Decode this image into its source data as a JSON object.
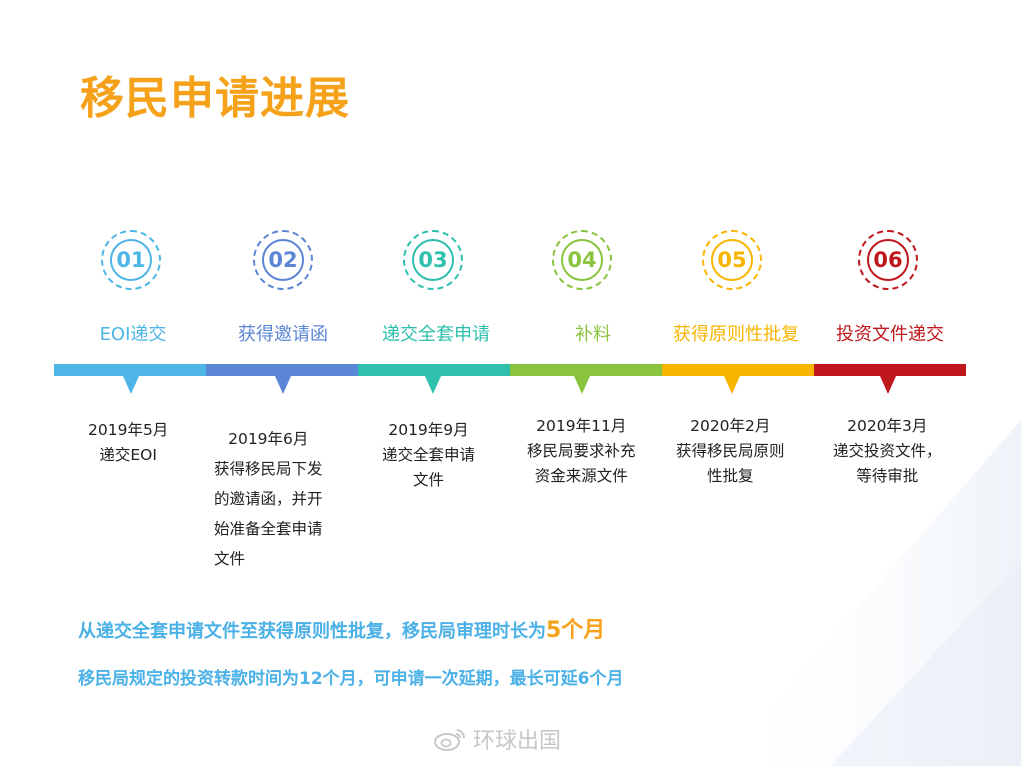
{
  "title": "移民申请进展",
  "steps": [
    {
      "num": "01",
      "label": "EOI递交",
      "color": "#4db6e6",
      "desc": [
        "2019年5月",
        "递交EOI"
      ]
    },
    {
      "num": "02",
      "label": "获得邀请函",
      "color": "#5b86d6",
      "desc": [
        "2019年6月",
        "获得移民局下发",
        "的邀请函，并开",
        "始准备全套申请",
        "文件"
      ]
    },
    {
      "num": "03",
      "label": "递交全套申请",
      "color": "#2fbfad",
      "desc": [
        "2019年9月",
        "递交全套申请",
        "文件"
      ]
    },
    {
      "num": "04",
      "label": "补料",
      "color": "#8ac43f",
      "desc": [
        "2019年11月",
        "移民局要求补充",
        "资金来源文件"
      ]
    },
    {
      "num": "05",
      "label": "获得原则性批复",
      "color": "#f7b500",
      "desc": [
        "2020年2月",
        "获得移民局原则",
        "性批复"
      ]
    },
    {
      "num": "06",
      "label": "投资文件递交",
      "color": "#c0171d",
      "desc": [
        "2020年3月",
        "递交投资文件，",
        "等待审批"
      ]
    }
  ],
  "note1": {
    "text": "从递交全套申请文件至获得原则性批复，移民局审理时长为",
    "highlight": "5个月"
  },
  "note2": {
    "text": "移民局规定的投资转款时间为12个月，可申请一次延期，最长可延6个月"
  },
  "watermark": "环球出国"
}
